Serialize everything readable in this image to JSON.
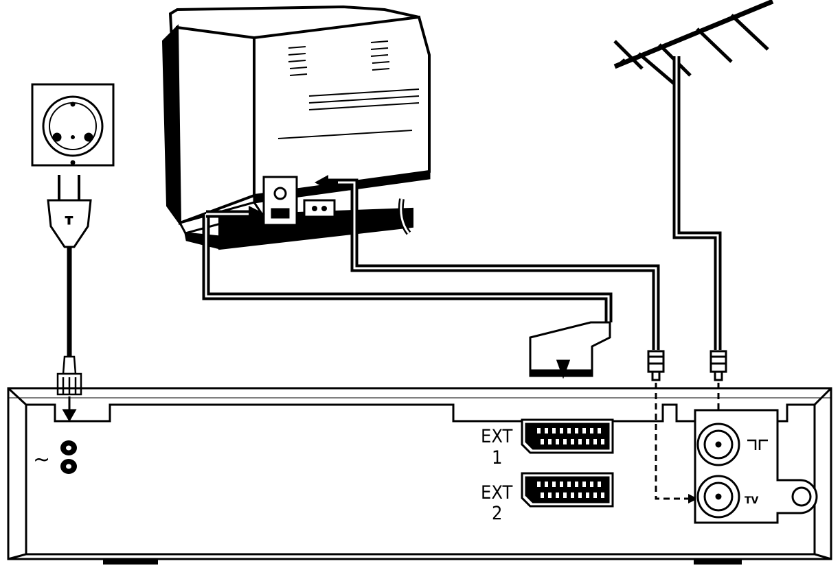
{
  "labels": {
    "ext1_top": "EXT",
    "ext1_num": "1",
    "ext2_top": "EXT",
    "ext2_num": "2",
    "tv_socket": "TV",
    "antenna_symbol": "┐┌",
    "mains_symbol": "~8"
  },
  "colors": {
    "line": "#000000",
    "background": "#ffffff"
  }
}
